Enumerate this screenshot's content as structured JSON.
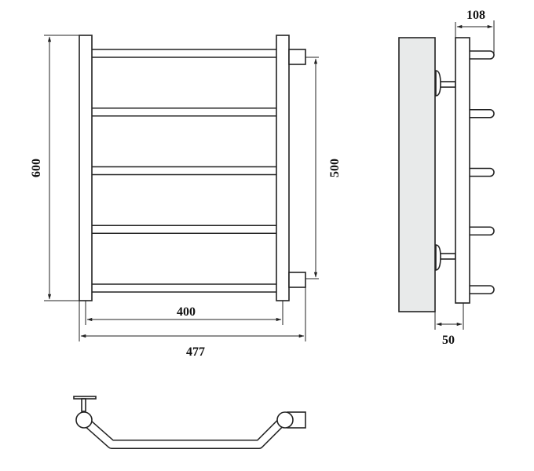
{
  "dimensions": {
    "height_total": "600",
    "axis_distance_vertical": "500",
    "width_inner": "400",
    "width_total": "477",
    "depth_total": "108",
    "wall_offset": "50"
  },
  "rails_count": 5,
  "colors": {
    "line": "#222222",
    "wall": "#e8eaea"
  }
}
